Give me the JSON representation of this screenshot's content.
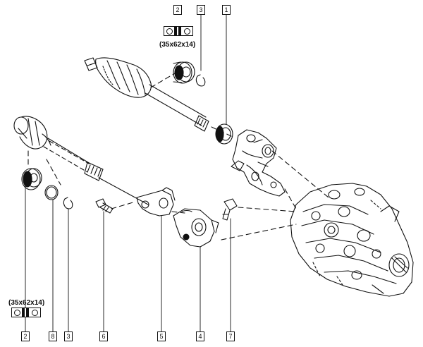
{
  "callouts": {
    "c1": "1",
    "c2_top": "2",
    "c3_top": "3",
    "c2_bottom": "2",
    "c8": "8",
    "c3_bottom": "3",
    "c6": "6",
    "c5": "5",
    "c4": "4",
    "c7": "7"
  },
  "bearing_spec": {
    "top": "(35x62x14)",
    "bottom": "(35x62x14)"
  },
  "colors": {
    "ink": "#111111",
    "paper": "#ffffff"
  }
}
